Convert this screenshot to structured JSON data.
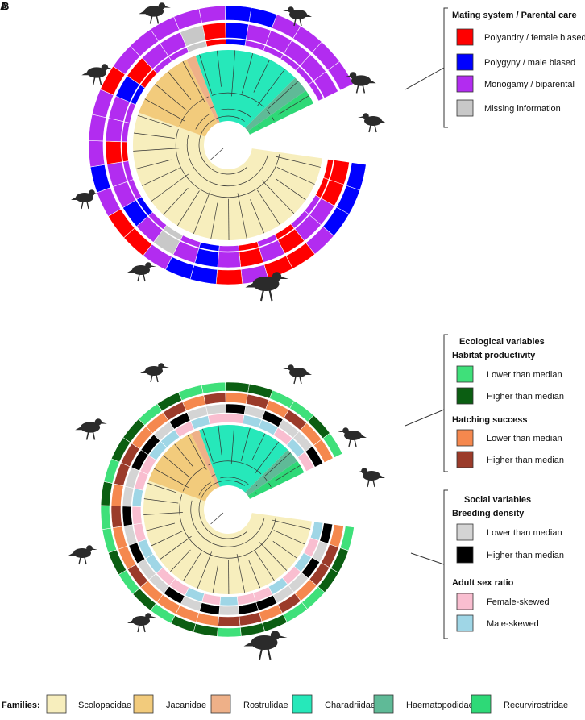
{
  "panels": [
    {
      "letter": "A"
    },
    {
      "letter": "B"
    }
  ],
  "legend_a": {
    "title": "Mating system / Parental care",
    "items": [
      {
        "label": "Polyandry / female biased",
        "color": "#ff0000"
      },
      {
        "label": "Polygyny / male biased",
        "color": "#0000ff"
      },
      {
        "label": "Monogamy / biparental",
        "color": "#b22cf0"
      },
      {
        "label": "Missing information",
        "color": "#c8c8c8"
      }
    ]
  },
  "legend_eco": {
    "title": "Ecological variables",
    "groups": [
      {
        "title": "Habitat productivity",
        "items": [
          {
            "label": "Lower than median",
            "color": "#3fe07a"
          },
          {
            "label": "Higher than median",
            "color": "#0b5e12"
          }
        ]
      },
      {
        "title": "Hatching success",
        "items": [
          {
            "label": "Lower than median",
            "color": "#f5884e"
          },
          {
            "label": "Higher than median",
            "color": "#9b3b2a"
          }
        ]
      }
    ]
  },
  "legend_soc": {
    "title": "Social variables",
    "groups": [
      {
        "title": "Breeding density",
        "items": [
          {
            "label": "Lower than median",
            "color": "#d4d4d4"
          },
          {
            "label": "Higher than median",
            "color": "#000000"
          }
        ]
      },
      {
        "title": "Adult sex ratio",
        "items": [
          {
            "label": "Female-skewed",
            "color": "#f9bed0"
          },
          {
            "label": "Male-skewed",
            "color": "#9fd6e6"
          }
        ]
      }
    ]
  },
  "families": {
    "title": "Families:",
    "items": [
      {
        "label": "Scolopacidae",
        "color": "#f7eebd"
      },
      {
        "label": "Jacanidae",
        "color": "#f2cb7c"
      },
      {
        "label": "Rostrulidae",
        "color": "#eeb088"
      },
      {
        "label": "Charadriidae",
        "color": "#26e8ba"
      },
      {
        "label": "Haematopodidae",
        "color": "#5fba97"
      },
      {
        "label": "Recurvirostridae",
        "color": "#2ed977"
      }
    ]
  },
  "rings": {
    "mating_outer": [
      "#0000ff",
      "#0000ff",
      "#0000ff",
      "#b22cf0",
      "#ff0000",
      "#ff0000",
      "#b22cf0",
      "#ff0000",
      "#0000ff",
      "#0000ff",
      "#b22cf0",
      "#ff0000",
      "#ff0000",
      "#b22cf0",
      "#0000ff",
      "#b22cf0",
      "#b22cf0",
      "#b22cf0",
      "#ff0000",
      "#b22cf0",
      "#b22cf0",
      "#b22cf0",
      "#b22cf0",
      "#b22cf0",
      "#0000ff",
      "#0000ff",
      "#b22cf0",
      "#b22cf0",
      "#b22cf0",
      "#b22cf0"
    ],
    "mating_inner": [
      "#ff0000",
      "#ff0000",
      "#b22cf0",
      "#b22cf0",
      "#ff0000",
      "#b22cf0",
      "#ff0000",
      "#b22cf0",
      "#0000ff",
      "#b22cf0",
      "#c8c8c8",
      "#b22cf0",
      "#0000ff",
      "#b22cf0",
      "#b22cf0",
      "#ff0000",
      "#b22cf0",
      "#b22cf0",
      "#0000ff",
      "#ff0000",
      "#b22cf0",
      "#b22cf0",
      "#c8c8c8",
      "#ff0000",
      "#0000ff",
      "#b22cf0",
      "#b22cf0",
      "#b22cf0",
      "#b22cf0",
      "#b22cf0"
    ],
    "habitat": [
      "#3fe07a",
      "#0b5e12",
      "#0b5e12",
      "#3fe07a",
      "#3fe07a",
      "#0b5e12",
      "#0b5e12",
      "#3fe07a",
      "#0b5e12",
      "#0b5e12",
      "#3fe07a",
      "#0b5e12",
      "#3fe07a",
      "#0b5e12",
      "#3fe07a",
      "#3fe07a",
      "#0b5e12",
      "#3fe07a",
      "#0b5e12",
      "#0b5e12",
      "#3fe07a",
      "#0b5e12",
      "#3fe07a",
      "#3fe07a",
      "#0b5e12",
      "#0b5e12",
      "#3fe07a",
      "#3fe07a",
      "#0b5e12",
      "#3fe07a"
    ],
    "hatching": [
      "#f5884e",
      "#9b3b2a",
      "#9b3b2a",
      "#f5884e",
      "#9b3b2a",
      "#f5884e",
      "#9b3b2a",
      "#9b3b2a",
      "#f5884e",
      "#f5884e",
      "#f5884e",
      "#f5884e",
      "#9b3b2a",
      "#f5884e",
      "#f5884e",
      "#9b3b2a",
      "#f5884e",
      "#9b3b2a",
      "#9b3b2a",
      "#f5884e",
      "#f5884e",
      "#9b3b2a",
      "#f5884e",
      "#9b3b2a",
      "#f5884e",
      "#9b3b2a",
      "#f5884e",
      "#9b3b2a",
      "#f5884e",
      "#f5884e"
    ],
    "density": [
      "#000000",
      "#d4d4d4",
      "#000000",
      "#d4d4d4",
      "#d4d4d4",
      "#000000",
      "#000000",
      "#d4d4d4",
      "#000000",
      "#d4d4d4",
      "#000000",
      "#d4d4d4",
      "#d4d4d4",
      "#000000",
      "#d4d4d4",
      "#000000",
      "#d4d4d4",
      "#d4d4d4",
      "#000000",
      "#000000",
      "#d4d4d4",
      "#000000",
      "#d4d4d4",
      "#d4d4d4",
      "#000000",
      "#d4d4d4",
      "#000000",
      "#d4d4d4",
      "#d4d4d4",
      "#000000"
    ],
    "sexratio": [
      "#9fd6e6",
      "#f9bed0",
      "#9fd6e6",
      "#f9bed0",
      "#9fd6e6",
      "#f9bed0",
      "#f9bed0",
      "#9fd6e6",
      "#f9bed0",
      "#9fd6e6",
      "#f9bed0",
      "#f9bed0",
      "#9fd6e6",
      "#9fd6e6",
      "#f9bed0",
      "#f9bed0",
      "#9fd6e6",
      "#f9bed0",
      "#f9bed0",
      "#9fd6e6",
      "#9fd6e6",
      "#f9bed0",
      "#9fd6e6",
      "#f9bed0",
      "#f9bed0",
      "#9fd6e6",
      "#9fd6e6",
      "#f9bed0",
      "#9fd6e6",
      "#f9bed0"
    ]
  }
}
